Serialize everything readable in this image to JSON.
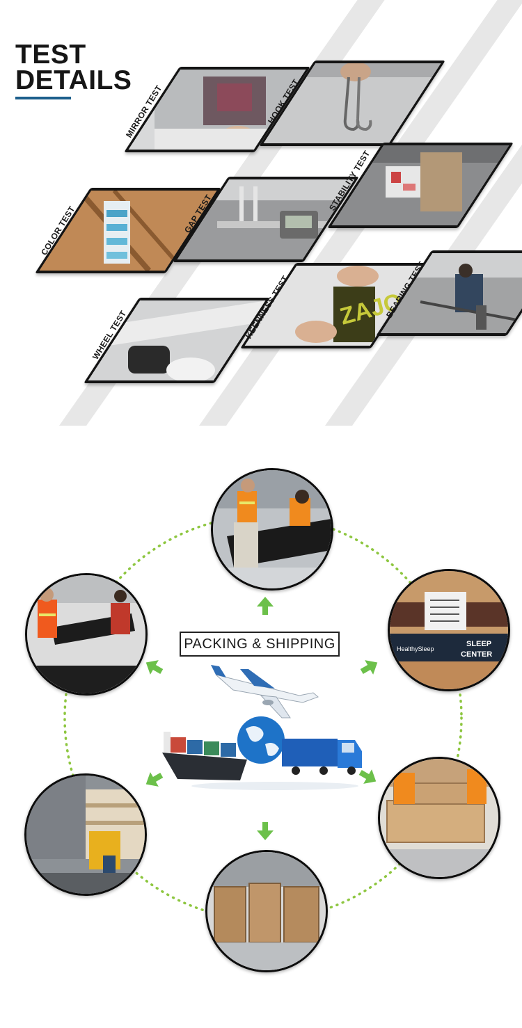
{
  "header": {
    "title_line1": "TEST",
    "title_line2": "DETAILS",
    "accent_color": "#1d5f8c"
  },
  "tests": [
    {
      "label": "MIRROR TEST",
      "icon": "mirror-photo"
    },
    {
      "label": "HOOK TEST",
      "icon": "hook-photo"
    },
    {
      "label": "COLOR TEST",
      "icon": "color-swatch-photo"
    },
    {
      "label": "GAP TEST",
      "icon": "caliper-photo"
    },
    {
      "label": "STABILITY TEST",
      "icon": "stability-photo"
    },
    {
      "label": "WHEEL TEST",
      "icon": "wheel-photo"
    },
    {
      "label": "KEENNESS TEST",
      "icon": "keenness-photo"
    },
    {
      "label": "BEARING TEST",
      "icon": "bearing-photo"
    }
  ],
  "packing": {
    "title": "PACKING & SHIPPING",
    "ring_color": "#8dc63f",
    "arrow_color": "#6cc04a",
    "photos": [
      {
        "icon": "workers-lifting-photo"
      },
      {
        "icon": "box-label-photo"
      },
      {
        "icon": "crates-photo"
      },
      {
        "icon": "warehouse-pallets-photo"
      },
      {
        "icon": "forklift-photo"
      },
      {
        "icon": "workers-panel-photo"
      }
    ],
    "label_text_line1": "SLEEP",
    "label_text_line2": "CENTER",
    "label_brand": "HealthySleep"
  }
}
